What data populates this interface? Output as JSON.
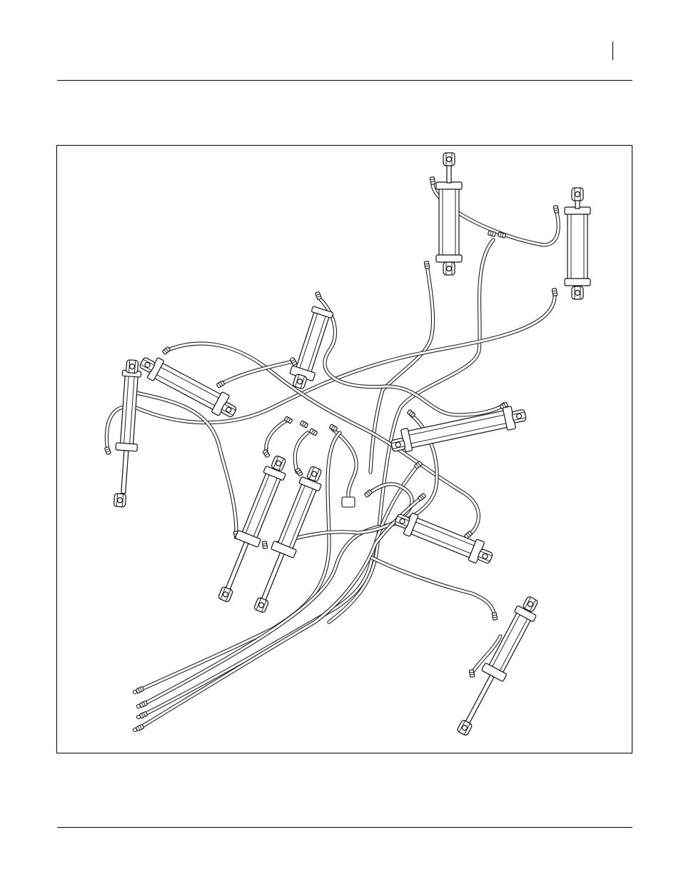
{
  "page": {
    "header_rule": true,
    "footer_rule": true
  },
  "figure": {
    "kind": "hydraulic-hose-routing-line-drawing",
    "cylinders": [
      {
        "id": "cyl-top-right-a"
      },
      {
        "id": "cyl-top-right-b"
      },
      {
        "id": "cyl-upper-center"
      },
      {
        "id": "cyl-left-horizontal"
      },
      {
        "id": "cyl-left-vertical"
      },
      {
        "id": "cyl-right-horizontal"
      },
      {
        "id": "cyl-center-pair-a"
      },
      {
        "id": "cyl-center-pair-b"
      },
      {
        "id": "cyl-lower-right-horizontal"
      },
      {
        "id": "cyl-bottom-right"
      }
    ],
    "hose_tips": 4
  }
}
